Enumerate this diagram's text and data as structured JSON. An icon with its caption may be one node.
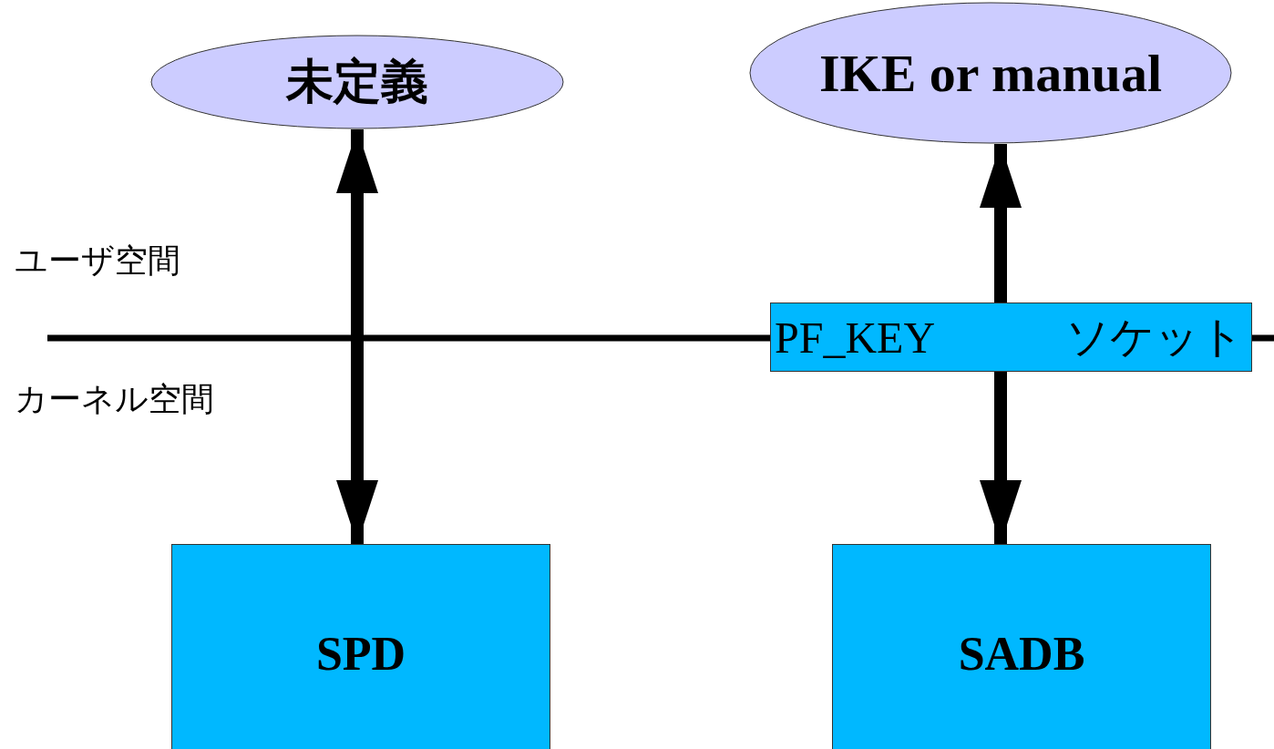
{
  "diagram": {
    "nodes": [
      {
        "text": [
          "未定義"
        ]
      },
      {
        "text": [
          "IKE or manual"
        ]
      },
      {
        "text": [
          "SPD"
        ]
      },
      {
        "text": [
          "SADB"
        ]
      },
      {
        "text": [
          "PF_KEY",
          "ソケット"
        ]
      }
    ],
    "edges": [
      {
        "from": 0,
        "to": 2,
        "arrow": "both"
      },
      {
        "from": 4,
        "to": 1,
        "arrow": "to"
      },
      {
        "from": 4,
        "to": 3,
        "arrow": "to"
      }
    ],
    "labels": [
      "ユーザ空間",
      "カーネル空間"
    ]
  }
}
